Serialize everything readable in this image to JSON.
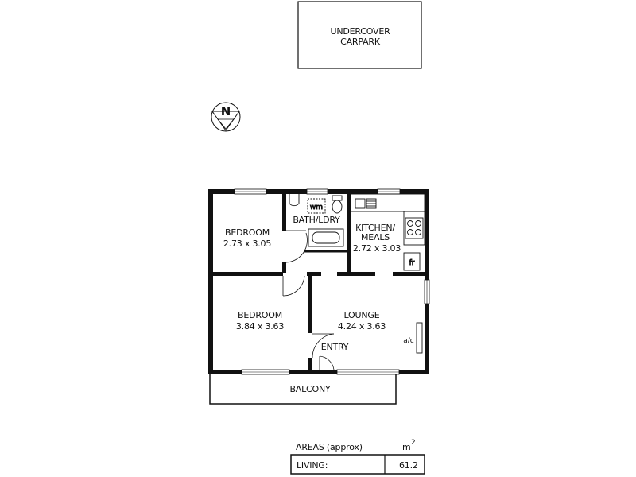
{
  "carpark": {
    "line1": "UNDERCOVER",
    "line2": "CARPARK"
  },
  "north": {
    "letter": "N"
  },
  "rooms": {
    "bedroom1": {
      "name": "BEDROOM",
      "dims": "2.73 x 3.05"
    },
    "bath": {
      "name": "BATH/LDRY",
      "wm": "wm"
    },
    "kitchen": {
      "line1": "KITCHEN/",
      "line2": "MEALS",
      "dims": "2.72 x 3.03",
      "fr": "fr"
    },
    "bedroom2": {
      "name": "BEDROOM",
      "dims": "3.84 x 3.63"
    },
    "lounge": {
      "name": "LOUNGE",
      "dims": "4.24 x 3.63",
      "ac": "a/c"
    },
    "entry": {
      "name": "ENTRY"
    },
    "balcony": {
      "name": "BALCONY"
    }
  },
  "areas": {
    "heading": "AREAS (approx)",
    "unit": "m",
    "unit_sup": "2",
    "living_label": "LIVING:",
    "living_value": "61.2"
  }
}
